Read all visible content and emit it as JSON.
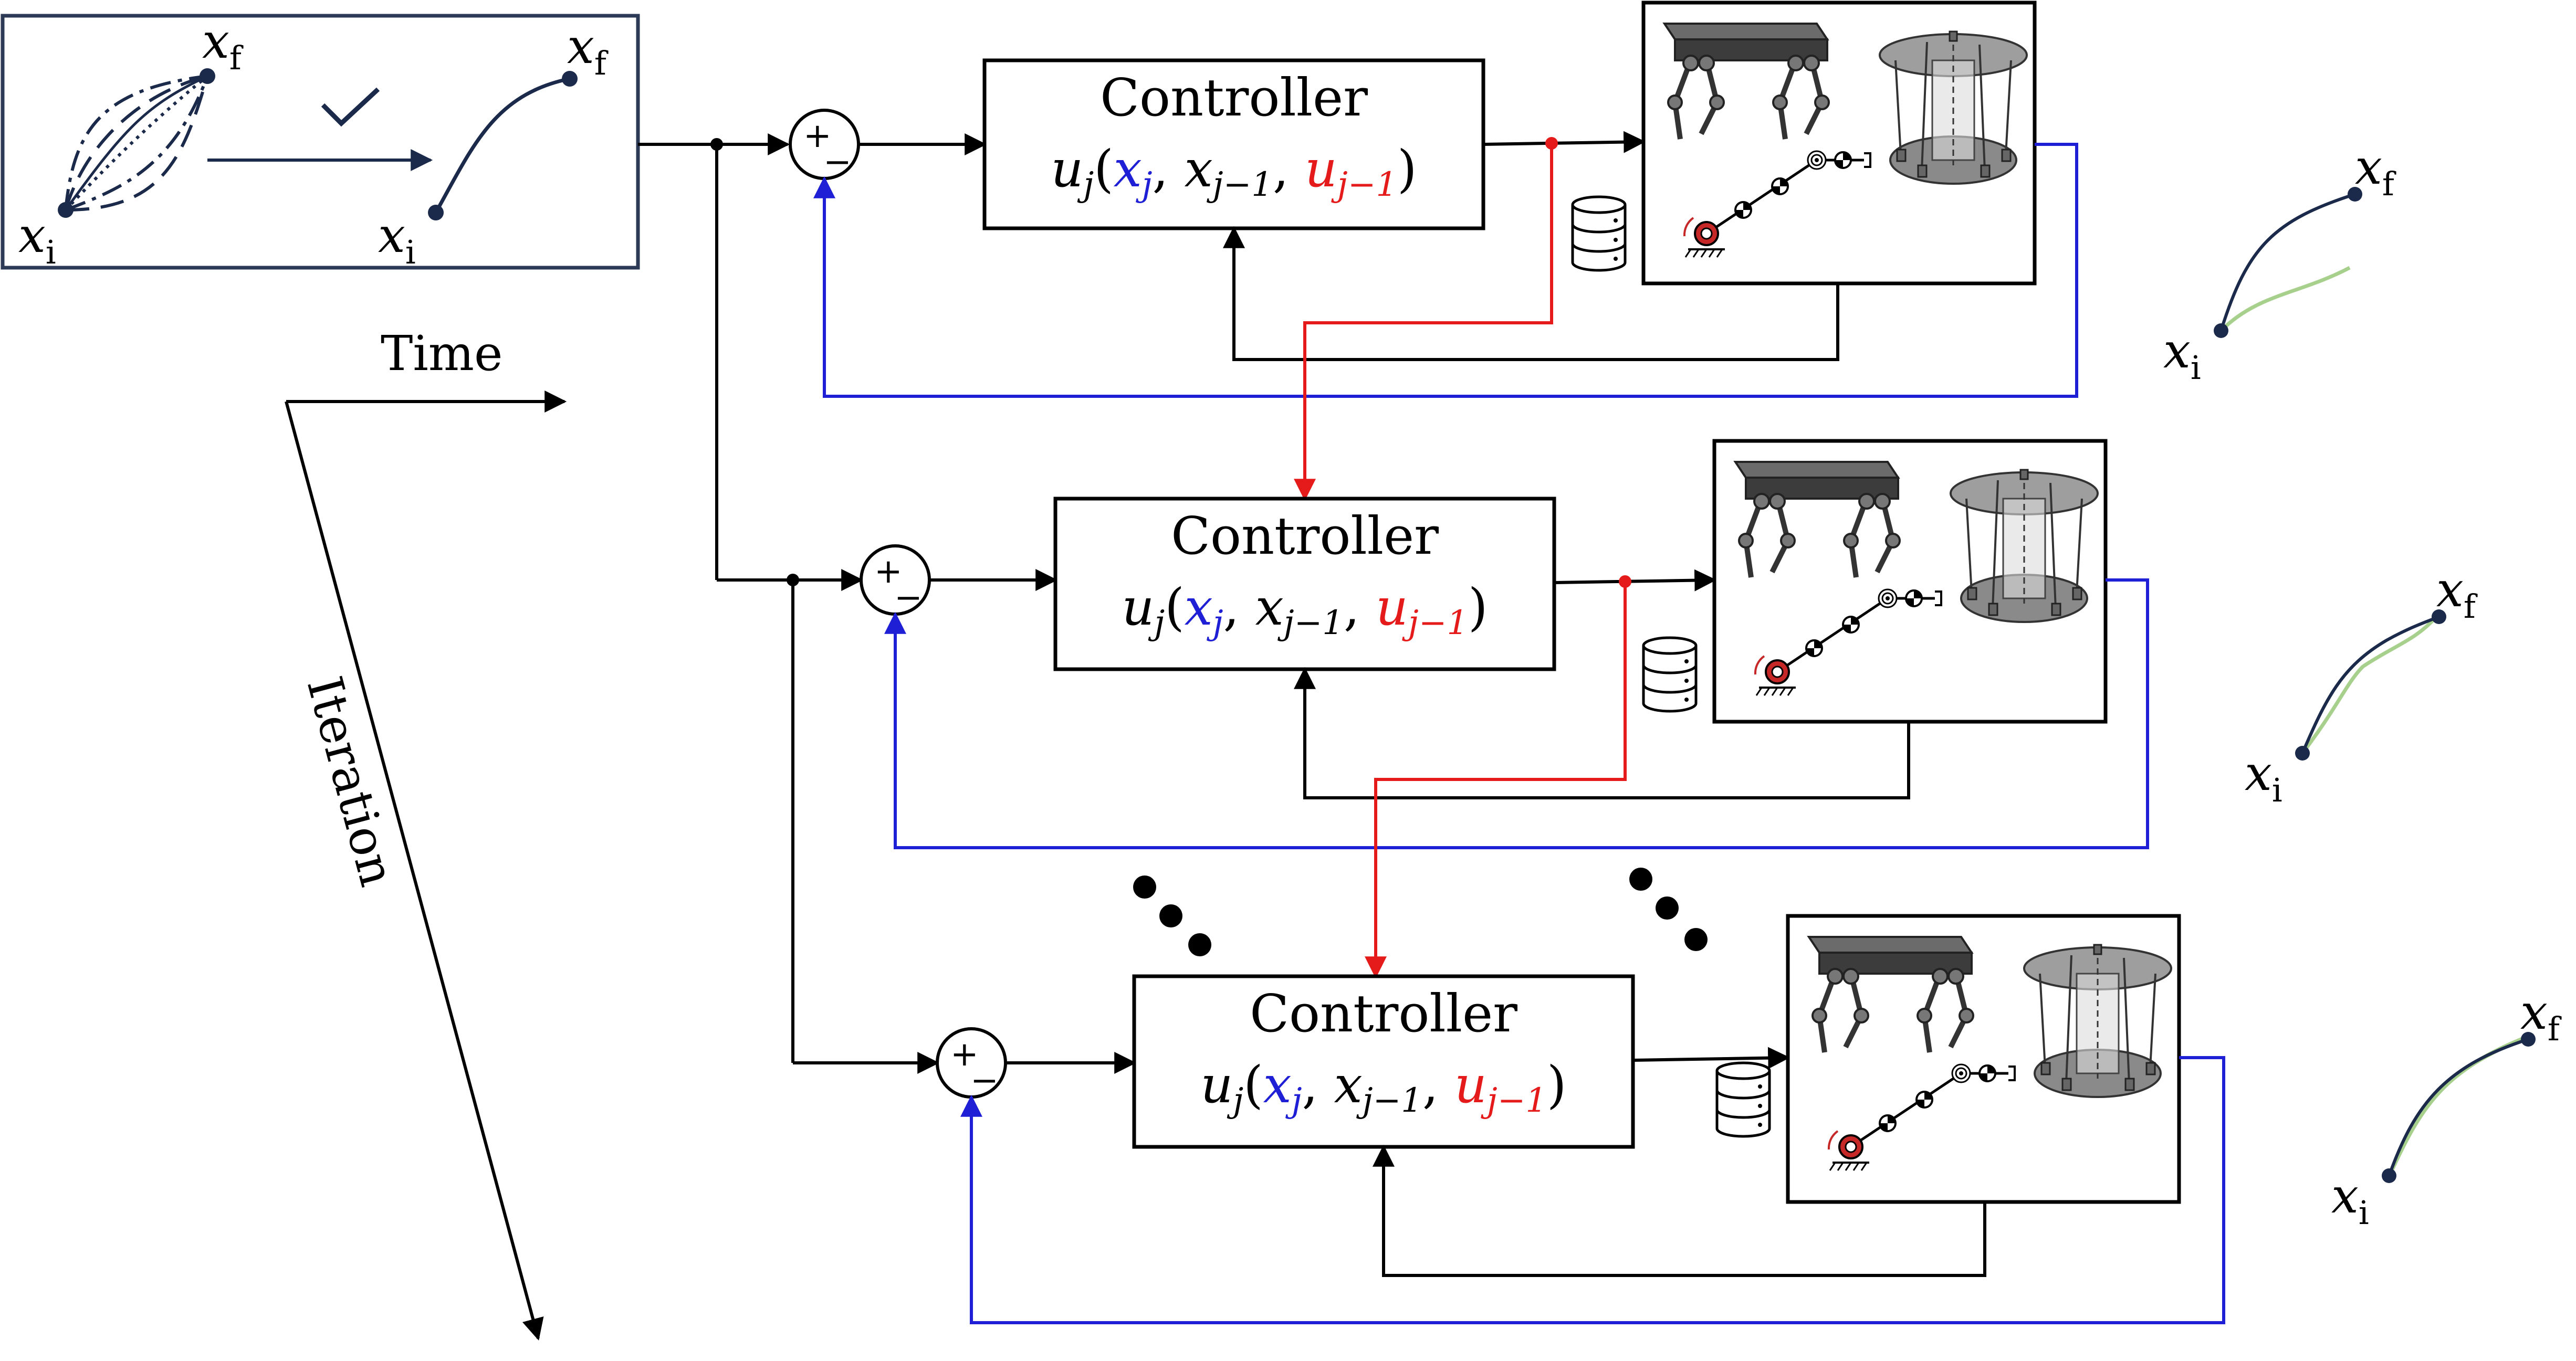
{
  "diagram": {
    "axis_time": "Time",
    "axis_iteration": "Iteration",
    "trajectory_panel": {
      "start_label": "x",
      "start_sub": "i",
      "end_label": "x",
      "end_sub": "f"
    },
    "controllers": [
      {
        "title": "Controller",
        "fn": "u",
        "fn_sub": "j",
        "arg1": "x",
        "arg1_sub": "j",
        "arg2": "x",
        "arg2_sub": "j−1",
        "arg3": "u",
        "arg3_sub": "j−1"
      },
      {
        "title": "Controller",
        "fn": "u",
        "fn_sub": "j",
        "arg1": "x",
        "arg1_sub": "j",
        "arg2": "x",
        "arg2_sub": "j−1",
        "arg3": "u",
        "arg3_sub": "j−1"
      },
      {
        "title": "Controller",
        "fn": "u",
        "fn_sub": "j",
        "arg1": "x",
        "arg1_sub": "j",
        "arg2": "x",
        "arg2_sub": "j−1",
        "arg3": "u",
        "arg3_sub": "j−1"
      }
    ],
    "summing_junction": {
      "plus": "+",
      "minus": "−"
    },
    "result_trajectories": [
      {
        "start_label": "x",
        "start_sub": "i",
        "end_label": "x",
        "end_sub": "f"
      },
      {
        "start_label": "x",
        "start_sub": "i",
        "end_label": "x",
        "end_sub": "f"
      },
      {
        "start_label": "x",
        "start_sub": "i",
        "end_label": "x",
        "end_sub": "f"
      }
    ],
    "colors": {
      "feedback_state": "#1f1fd6",
      "memory_transfer": "#e51b1b",
      "trajectory": "#1b2a4a",
      "executed_trajectory": "#a8d08d"
    }
  }
}
